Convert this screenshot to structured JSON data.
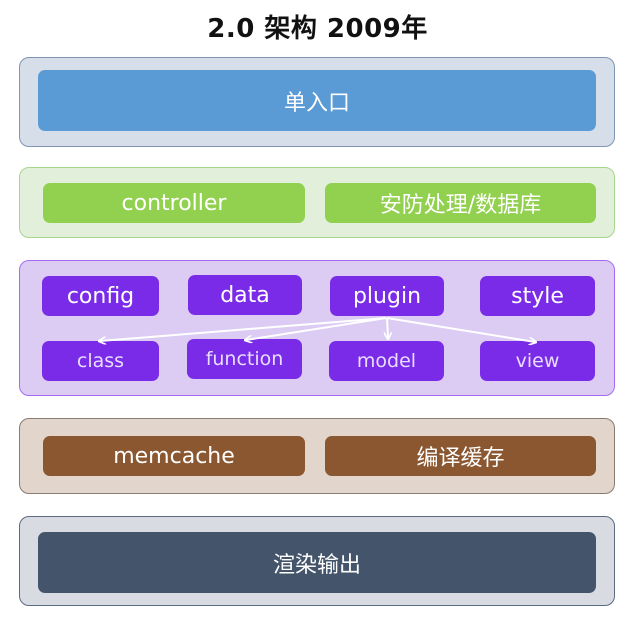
{
  "title": "2.0 架构 2009年",
  "layers": {
    "entry": {
      "label": "单入口"
    },
    "control": {
      "left": "controller",
      "right": "安防处理/数据库"
    },
    "modules": {
      "top": [
        "config",
        "data",
        "plugin",
        "style"
      ],
      "bottom": [
        "class",
        "function",
        "model",
        "view"
      ]
    },
    "cache": {
      "left": "memcache",
      "right": "编译缓存"
    },
    "render": {
      "label": "渲染输出"
    }
  },
  "colors": {
    "entry": "#5b9bd5",
    "control": "#92d050",
    "modules": "#7a2be8",
    "cache": "#8b5730",
    "render": "#44546a"
  }
}
